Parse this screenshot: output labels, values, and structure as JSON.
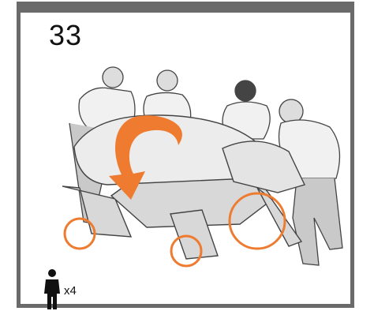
{
  "step_number": "33",
  "people_count": "x4",
  "icons": [
    "person-icon",
    "rotate-arrow-icon",
    "callout-circle"
  ],
  "colors": {
    "accent": "#ee7b30",
    "frame": "#6a6a6a",
    "ink": "#222222"
  }
}
